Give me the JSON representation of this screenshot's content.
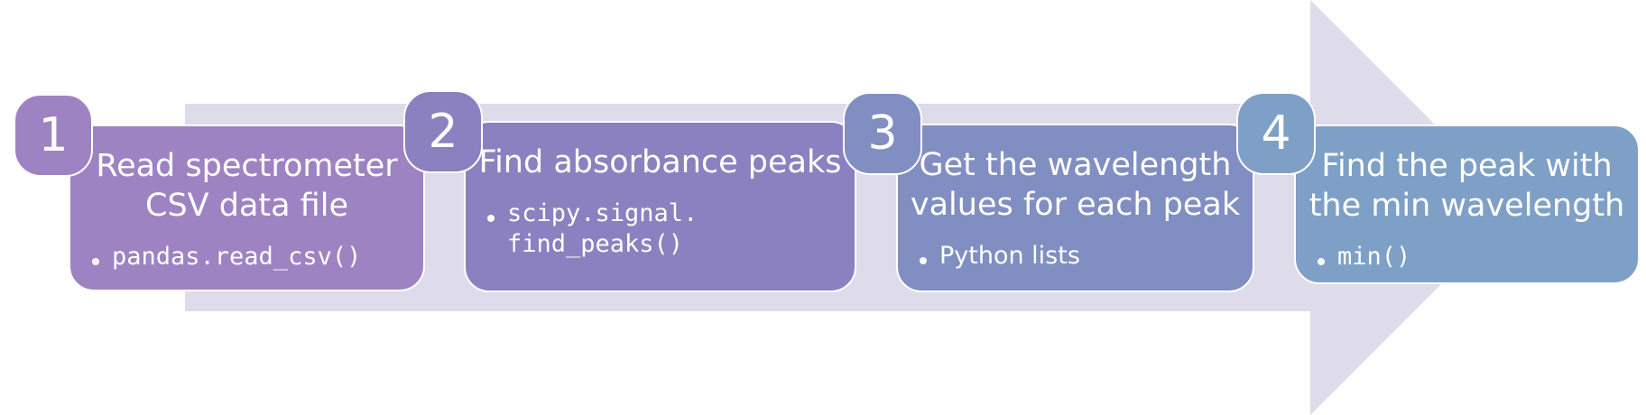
{
  "colors": {
    "arrow": "#dedbea",
    "step_1": "#9e83c2",
    "step_2": "#8b81c0",
    "step_3": "#818ec1",
    "step_4": "#7fa0c6",
    "text": "#ffffff"
  },
  "steps": [
    {
      "number": "1",
      "title": "Read spectrometer\nCSV data file",
      "bullet": "pandas.read_csv()",
      "bullet_style": "code"
    },
    {
      "number": "2",
      "title": "Find absorbance peaks",
      "bullet": "scipy.signal.\nfind_peaks()",
      "bullet_style": "code"
    },
    {
      "number": "3",
      "title": "Get the wavelength\nvalues for each peak",
      "bullet": "Python lists",
      "bullet_style": "text"
    },
    {
      "number": "4",
      "title": "Find the peak with\nthe min wavelength",
      "bullet": "min()",
      "bullet_style": "code"
    }
  ]
}
